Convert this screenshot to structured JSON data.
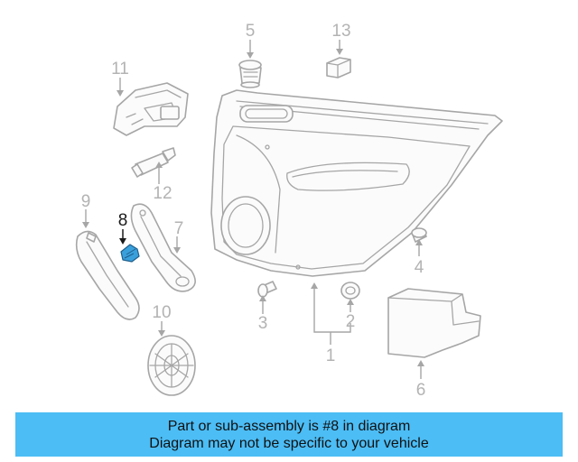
{
  "diagram": {
    "callouts": [
      "1",
      "2",
      "3",
      "4",
      "5",
      "6",
      "7",
      "8",
      "9",
      "10",
      "11",
      "12",
      "13"
    ],
    "highlighted_part": "8",
    "highlight_color": "#3aa0dc",
    "part_color": "#a6a6a6"
  },
  "banner": {
    "line1": "Part or sub-assembly is #8 in diagram",
    "line2": "Diagram may not be specific to your vehicle",
    "background": "#4cbdf5"
  }
}
